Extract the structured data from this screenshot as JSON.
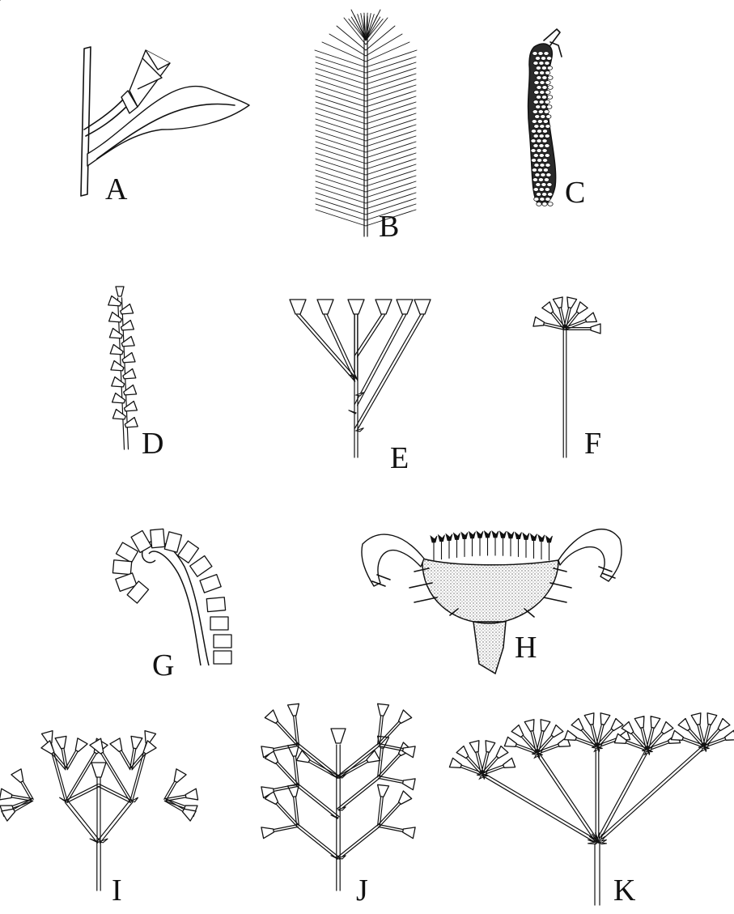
{
  "figure": {
    "panels": [
      {
        "id": "A",
        "label": "A",
        "type": "single-flower-icon"
      },
      {
        "id": "B",
        "label": "B",
        "type": "spike-icon"
      },
      {
        "id": "C",
        "label": "C",
        "type": "catkin-icon"
      },
      {
        "id": "D",
        "label": "D",
        "type": "raceme-icon"
      },
      {
        "id": "E",
        "label": "E",
        "type": "corymb-icon"
      },
      {
        "id": "F",
        "label": "F",
        "type": "umbel-icon"
      },
      {
        "id": "G",
        "label": "G",
        "type": "scorpioid-cyme-icon"
      },
      {
        "id": "H",
        "label": "H",
        "type": "capitulum-icon"
      },
      {
        "id": "I",
        "label": "I",
        "type": "cyme-icon"
      },
      {
        "id": "J",
        "label": "J",
        "type": "panicle-icon"
      },
      {
        "id": "K",
        "label": "K",
        "type": "compound-umbel-icon"
      }
    ]
  }
}
